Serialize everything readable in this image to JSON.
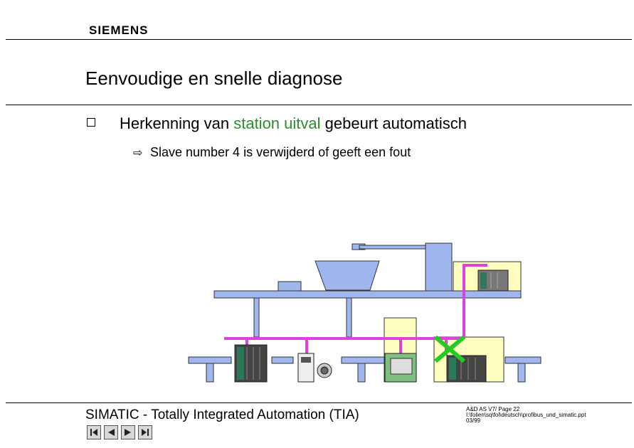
{
  "header": {
    "logo": "SIEMENS"
  },
  "slide": {
    "title": "Eenvoudige en snelle diagnose",
    "bullet": {
      "before": "Herkenning van ",
      "highlight": "station uitval",
      "after": " gebeurt automatisch"
    },
    "sub_bullet": "Slave number 4 is verwijderd of geeft een fout"
  },
  "footer": {
    "title": "SIMATIC - Totally Integrated Automation (TIA)",
    "meta_line1": "A&D AS V7/  Page 22",
    "meta_line2": "I:\\folien\\sq\\fol\\deutsch\\profibus_und_simatic.ppt",
    "meta_line3": "03/99"
  },
  "navigation": [
    "first-slide",
    "previous-slide",
    "next-slide",
    "last-slide"
  ],
  "colors": {
    "machine": "#9fb6ef",
    "bus": "#e040e0",
    "highlight_box": "#ffffc0",
    "fault_mark": "#22cc22",
    "highlight_text": "#2e8b2e"
  },
  "diagram": {
    "fault_station": 4
  }
}
